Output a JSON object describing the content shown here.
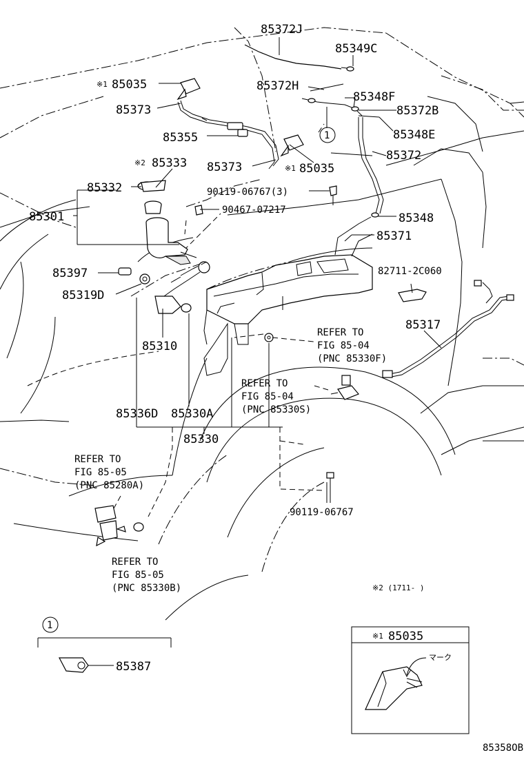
{
  "labels": {
    "p85372J": "85372J",
    "p85349C": "85349C",
    "p85372H": "85372H",
    "p85348F": "85348F",
    "p85372B": "85372B",
    "p85348E": "85348E",
    "p85372": "85372",
    "p85035a": "85035",
    "p85035b": "85035",
    "p85373a": "85373",
    "p85373b": "85373",
    "p85355": "85355",
    "p85333": "85333",
    "p85332": "85332",
    "p85301": "85301",
    "p90119a": "90119-06767(3)",
    "p90467": "90467-07217",
    "p85348": "85348",
    "p85371": "85371",
    "p85397": "85397",
    "p85319D": "85319D",
    "p82711": "82711-2C060",
    "p85317": "85317",
    "p85310": "85310",
    "p85336D": "85336D",
    "p85330A": "85330A",
    "p85330": "85330",
    "p90119b": "90119-06767",
    "p85387": "85387",
    "p85035box": "85035"
  },
  "marks": {
    "note1": "※1",
    "note2": "※2",
    "circle_ref": "1"
  },
  "references": {
    "r1_line1": "REFER TO",
    "r1_line2": "FIG 85-04",
    "r1_line3": "(PNC 85330F)",
    "r2_line1": "REFER TO",
    "r2_line2": "FIG 85-04",
    "r2_line3": "(PNC 85330S)",
    "r3_line1": "REFER TO",
    "r3_line2": "FIG 85-05",
    "r3_line3": "(PNC 85280A)",
    "r4_line1": "REFER TO",
    "r4_line2": "FIG 85-05",
    "r4_line3": "(PNC 85330B)"
  },
  "footnote": "※2 (1711-     )",
  "inset_mark_label": "マーク",
  "figure_code": "85358OB"
}
